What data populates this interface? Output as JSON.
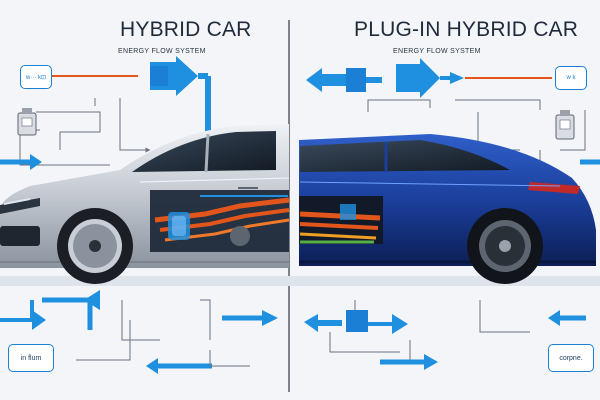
{
  "left_panel": {
    "title": "HYBRID CAR",
    "subtitle": "ENERGY FLOW SYSTEM",
    "icon_box_top": "w··· k⊡",
    "label_bottom": "in flum"
  },
  "right_panel": {
    "title": "PLUG-IN HYBRID CAR",
    "subtitle": "ENERGY FLOW SYSTEM",
    "icon_box_top": "w k",
    "label_bottom": "corpne."
  },
  "colors": {
    "background": "#f3f5f8",
    "arrow_blue": "#1f8fe0",
    "line_gray": "#6b7380",
    "orange_flow": "#e2561c",
    "silver_car": "#c9ced6",
    "blue_car": "#1a3a8c"
  }
}
